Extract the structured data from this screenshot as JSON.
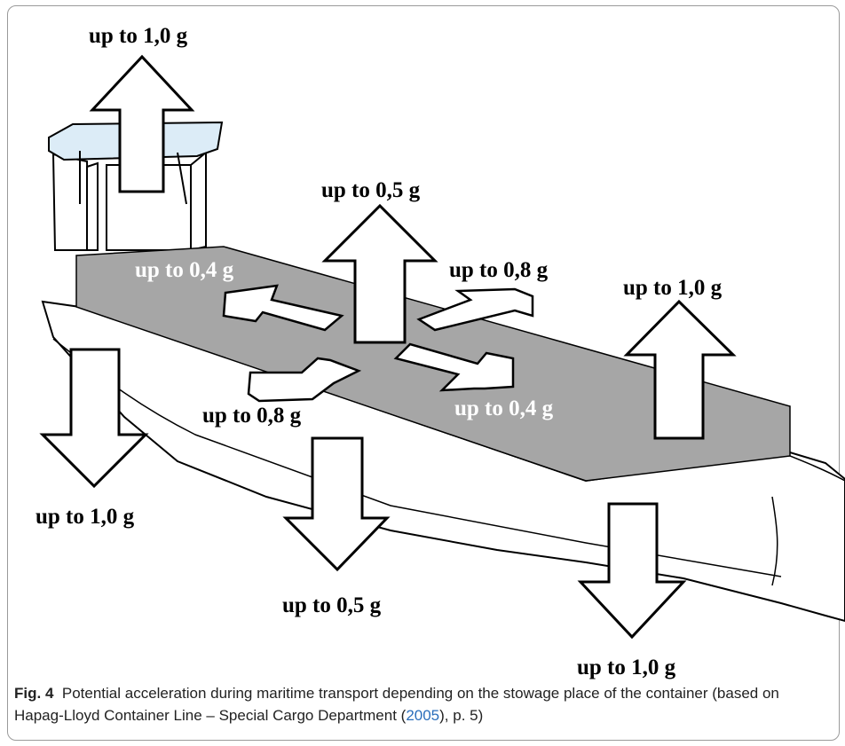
{
  "figure": {
    "labels": {
      "top_left": "up to 1,0 g",
      "center_up": "up to 0,5 g",
      "deck_left": "up to 0,4 g",
      "deck_right_top": "up to 0,8 g",
      "right_up": "up to 1,0 g",
      "deck_left_bottom": "up to 0,8 g",
      "deck_right_bottom": "up to 0,4 g",
      "bottom_left": "up to 1,0 g",
      "bottom_center": "up to 0,5 g",
      "bottom_right": "up to 1,0 g"
    },
    "colors": {
      "deck": "#a6a6a6",
      "window": "#dcecf7",
      "hull": "#ffffff",
      "outline": "#000000"
    }
  },
  "caption": {
    "number": "Fig. 4",
    "text_before_ref": "Potential acceleration during maritime transport depending on the stowage place of the container (based on Hapag-Lloyd Container Line – Special Cargo Department (",
    "ref": "2005",
    "text_after_ref": "), p. 5)"
  }
}
